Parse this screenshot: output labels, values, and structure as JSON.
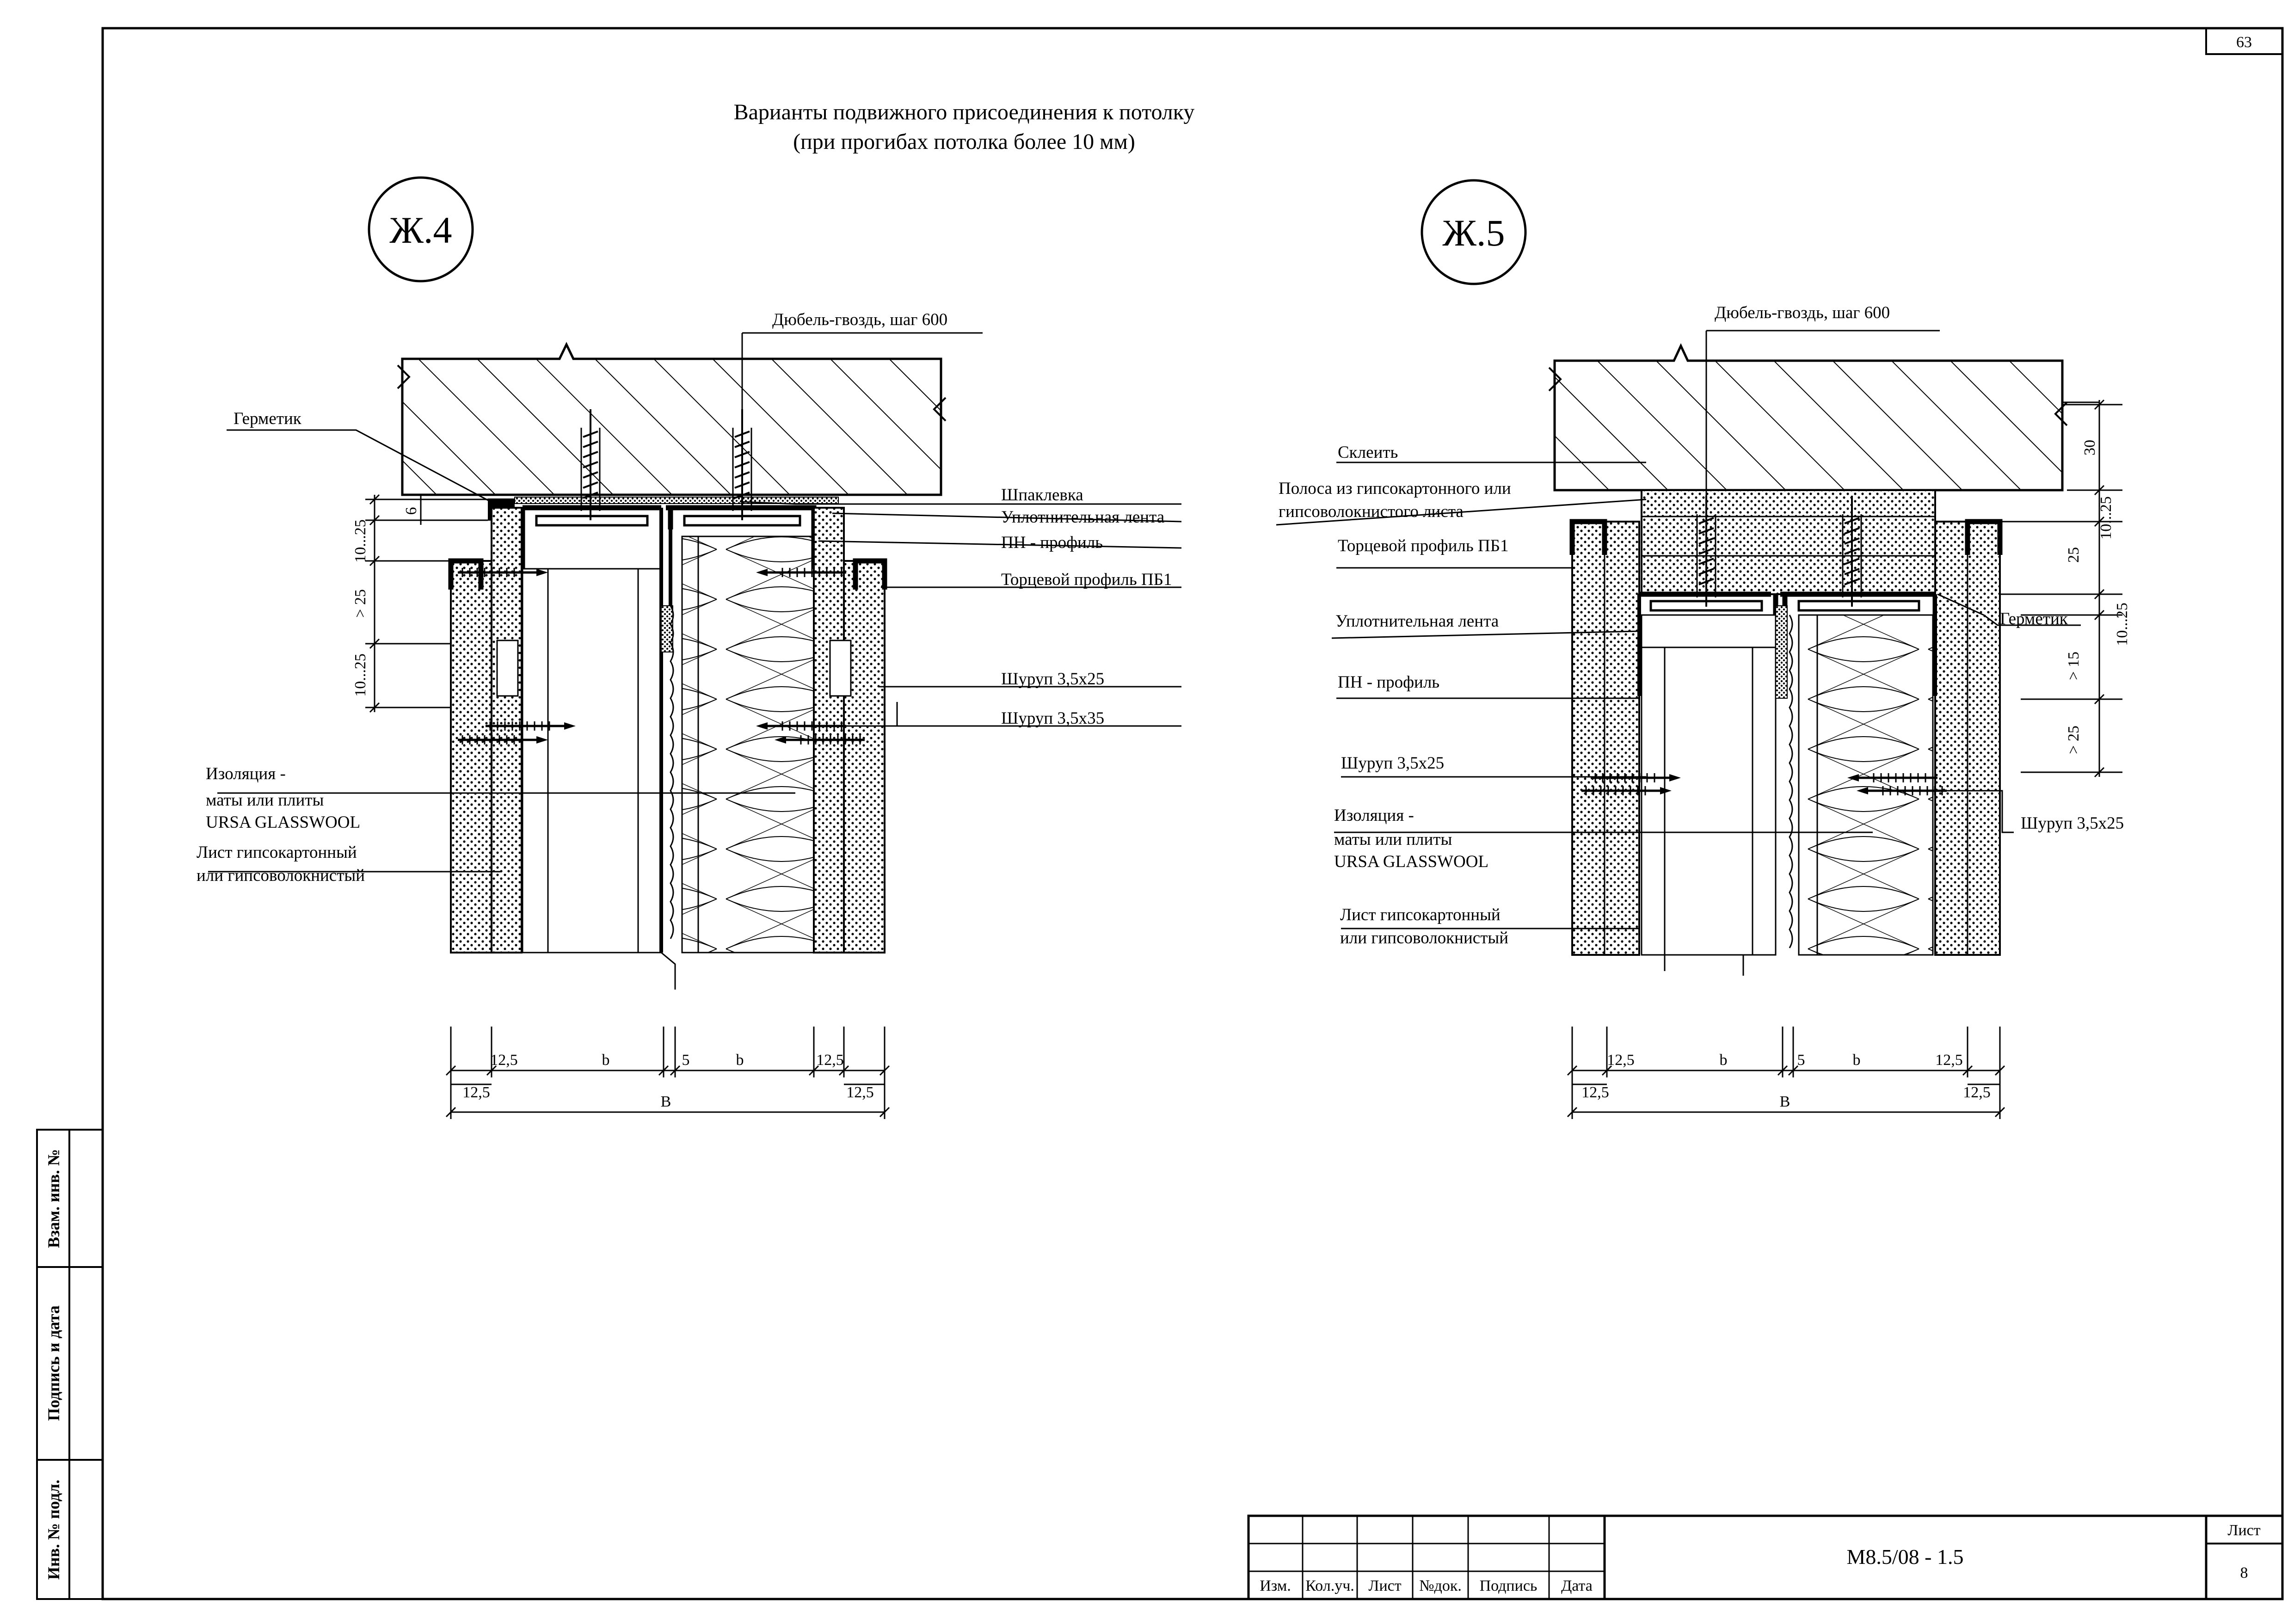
{
  "sheet": {
    "page_number": "63"
  },
  "title": {
    "line1": "Варианты подвижного присоединения к потолку",
    "line2": "(при прогибах потолка более 10 мм)"
  },
  "detail_j4": {
    "tag": "Ж.4",
    "labels": {
      "dowel": "Дюбель-гвоздь, шаг 600",
      "sealant": "Герметик",
      "putty": "Шпаклевка",
      "seal_tape": "Уплотнительная лента",
      "pn_profile": "ПН - профиль",
      "end_profile": "Торцевой профиль ПБ1",
      "screw_25": "Шуруп 3,5х25",
      "screw_35": "Шуруп 3,5х35",
      "insulation_1": "Изоляция -",
      "insulation_2": "маты или плиты",
      "insulation_3": "URSA GLASSWOOL",
      "board_1": "Лист гипсокартонный",
      "board_2": "или гипсоволокнистый"
    },
    "dims_vertical": [
      "6",
      "10...25",
      "> 25",
      "10...25"
    ],
    "dims_horizontal": {
      "d1": "12,5",
      "b1": "b",
      "d5": "5",
      "b2": "b",
      "d2": "12,5",
      "d3": "12,5",
      "d4": "12,5",
      "total": "B"
    }
  },
  "detail_j5": {
    "tag": "Ж.5",
    "labels": {
      "dowel": "Дюбель-гвоздь, шаг 600",
      "glue": "Склеить",
      "strip_1": "Полоса из гипсокартонного или",
      "strip_2": "гипсоволокнистого листа",
      "end_profile": "Торцевой профиль ПБ1",
      "seal_tape": "Уплотнительная лента",
      "pn_profile": "ПН - профиль",
      "screw_left": "Шуруп 3,5х25",
      "screw_right": "Шуруп 3,5х25",
      "sealant": "Герметик",
      "insulation_1": "Изоляция -",
      "insulation_2": "маты или плиты",
      "insulation_3": "URSA GLASSWOOL",
      "board_1": "Лист гипсокартонный",
      "board_2": "или гипсоволокнистый"
    },
    "dims_vertical": [
      "30",
      "10...25",
      "25",
      "10...25",
      "> 15",
      "> 25"
    ],
    "dims_horizontal": {
      "d1": "12,5",
      "b1": "b",
      "d5": "5",
      "b2": "b",
      "d2": "12,5",
      "d3": "12,5",
      "d4": "12,5",
      "total": "B"
    }
  },
  "side_stamp": {
    "field1": "Взам. инв. №",
    "field2": "Подпись и дата",
    "field3": "Инв. № подл."
  },
  "title_block": {
    "cols": [
      "Изм.",
      "Кол.уч.",
      "Лист",
      "№док.",
      "Подпись",
      "Дата"
    ],
    "code": "М8.5/08 - 1.5",
    "sheet_label": "Лист",
    "sheet_no": "8"
  }
}
